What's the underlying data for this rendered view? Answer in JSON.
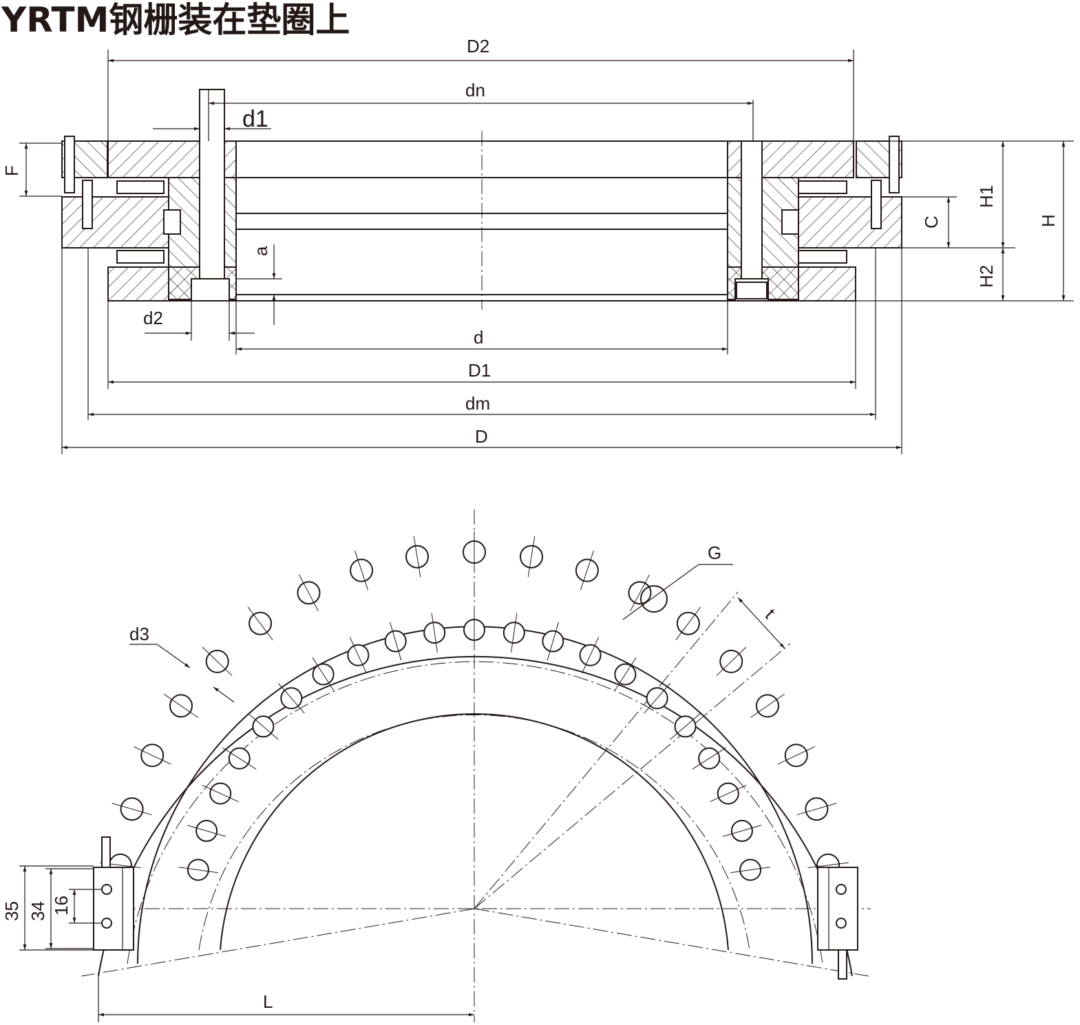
{
  "title": "YRTM钢栅装在垫圈上",
  "section_view": {
    "labels": {
      "D2": "D2",
      "dn": "dn",
      "d1": "d1",
      "F": "F",
      "H1": "H1",
      "H": "H",
      "C": "C",
      "a": "a",
      "H2": "H2",
      "d2": "d2",
      "d": "d",
      "D1": "D1",
      "dm": "dm",
      "D": "D"
    }
  },
  "plan_view": {
    "labels": {
      "G": "G",
      "t": "t",
      "d3": "d3",
      "L": "L"
    },
    "dims": {
      "d35": "35",
      "d34": "34",
      "d16": "16"
    }
  },
  "colors": {
    "line": "#231815",
    "background": "#ffffff"
  }
}
